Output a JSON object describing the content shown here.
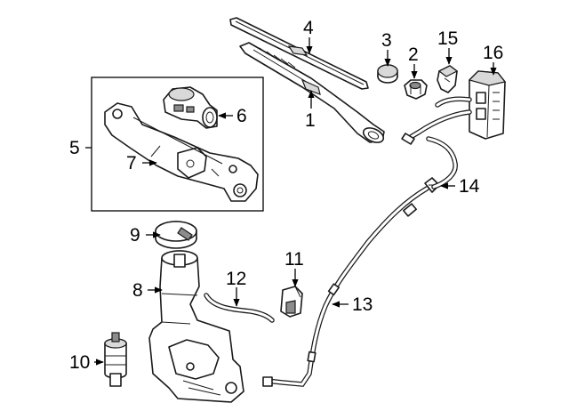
{
  "callouts": {
    "c1": "1",
    "c2": "2",
    "c3": "3",
    "c4": "4",
    "c5": "5",
    "c6": "6",
    "c7": "7",
    "c8": "8",
    "c9": "9",
    "c10": "10",
    "c11": "11",
    "c12": "12",
    "c13": "13",
    "c14": "14",
    "c15": "15",
    "c16": "16"
  },
  "colors": {
    "line": "#1a1a1a",
    "background": "#ffffff",
    "shade": "#d9d9d9"
  }
}
